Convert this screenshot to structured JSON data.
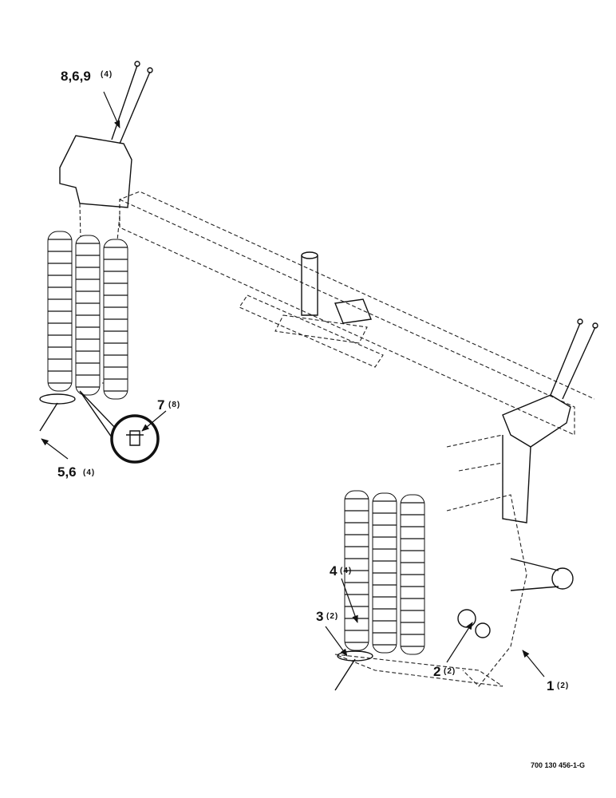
{
  "callouts": [
    {
      "id": "c1",
      "number": "8,6,9",
      "qty": "(4)"
    },
    {
      "id": "c2",
      "number": "7",
      "qty": "(8)"
    },
    {
      "id": "c3",
      "number": "5,6",
      "qty": "(4)"
    },
    {
      "id": "c4",
      "number": "4",
      "qty": "(4)"
    },
    {
      "id": "c5",
      "number": "3",
      "qty": "(2)"
    },
    {
      "id": "c6",
      "number": "2",
      "qty": "(2)"
    },
    {
      "id": "c7",
      "number": "1",
      "qty": "(2)"
    }
  ],
  "figure_code": "700 130 456-1-G"
}
